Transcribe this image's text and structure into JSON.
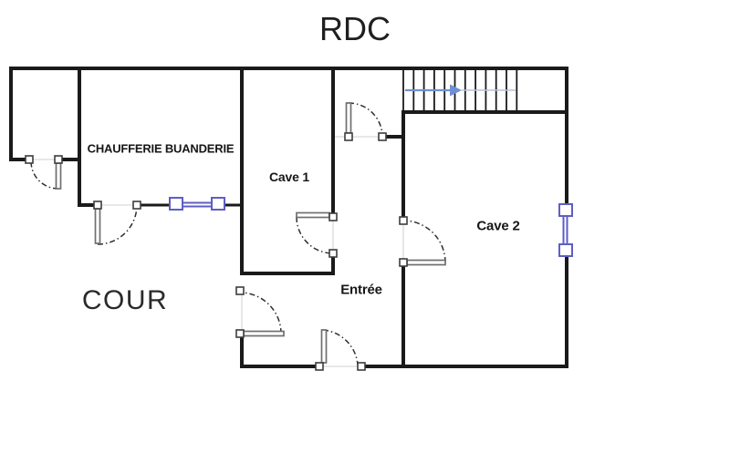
{
  "title": {
    "label": "RDC"
  },
  "rooms": {
    "chaufferie": "CHAUFFERIE BUANDERIE",
    "cave1": "Cave 1",
    "cave2": "Cave 2",
    "entree": "Entrée",
    "cour": "COUR"
  },
  "staircase": {
    "treads": 12,
    "direction": "right"
  },
  "colors": {
    "wall": "#1a1a1a",
    "window_blue": "#5e5ec5",
    "arrow_blue": "#6f8fd2",
    "arrow_tail": "#b7c1d6",
    "door_leaf": "#6f6f6f",
    "door_arc": "#2f2f2f",
    "threshold": "#d9d9d9",
    "background": "#ffffff",
    "text": "#1c1c1c"
  }
}
